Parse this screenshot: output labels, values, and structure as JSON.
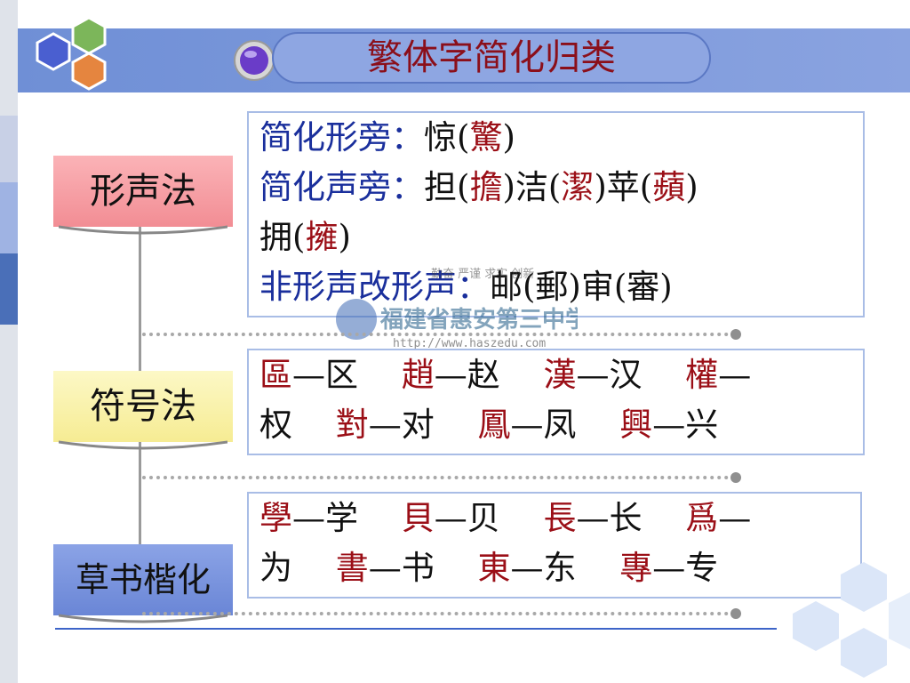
{
  "header": {
    "title": "繁体字简化归类",
    "colors": {
      "bar": "#7a96da",
      "title": "#8b0f1a"
    }
  },
  "sections": [
    {
      "label": "形声法",
      "label_color": "#f49aa0",
      "lines": [
        {
          "prefix": "简化形旁：",
          "text_before": "惊(",
          "red": "驚",
          "text_after": ")"
        },
        {
          "prefix": "简化声旁：",
          "segments": [
            "担(",
            "擔",
            ")洁(",
            "潔",
            ")苹(",
            "蘋",
            ")"
          ]
        },
        {
          "segments": [
            "拥(",
            "擁",
            ")"
          ]
        },
        {
          "prefix": "非形声改形声：",
          "plain": "邮(郵)审(審)"
        }
      ]
    },
    {
      "label": "符号法",
      "label_color": "#fbf3a8",
      "line1": [
        [
          "區",
          "—区"
        ],
        [
          "趙",
          "—赵"
        ],
        [
          "漢",
          "—汉"
        ],
        [
          "權",
          "—"
        ]
      ],
      "line2_start": "权",
      "line2": [
        [
          "對",
          "—对"
        ],
        [
          "鳳",
          "—凤"
        ],
        [
          "興",
          "—兴"
        ]
      ]
    },
    {
      "label": "草书楷化",
      "label_color": "#7b95dd",
      "line1": [
        [
          "學",
          "—学"
        ],
        [
          "貝",
          "—贝"
        ],
        [
          "長",
          "—长"
        ],
        [
          "爲",
          "—"
        ]
      ],
      "line2_start": "为",
      "line2": [
        [
          "書",
          "—书"
        ],
        [
          "東",
          "—东"
        ],
        [
          "專",
          "—专"
        ]
      ]
    }
  ],
  "watermark": {
    "motto": "勤奋 严谨 求实 创新",
    "school": "福建省惠安第三中学",
    "url": "http://www.haszedu.com"
  }
}
